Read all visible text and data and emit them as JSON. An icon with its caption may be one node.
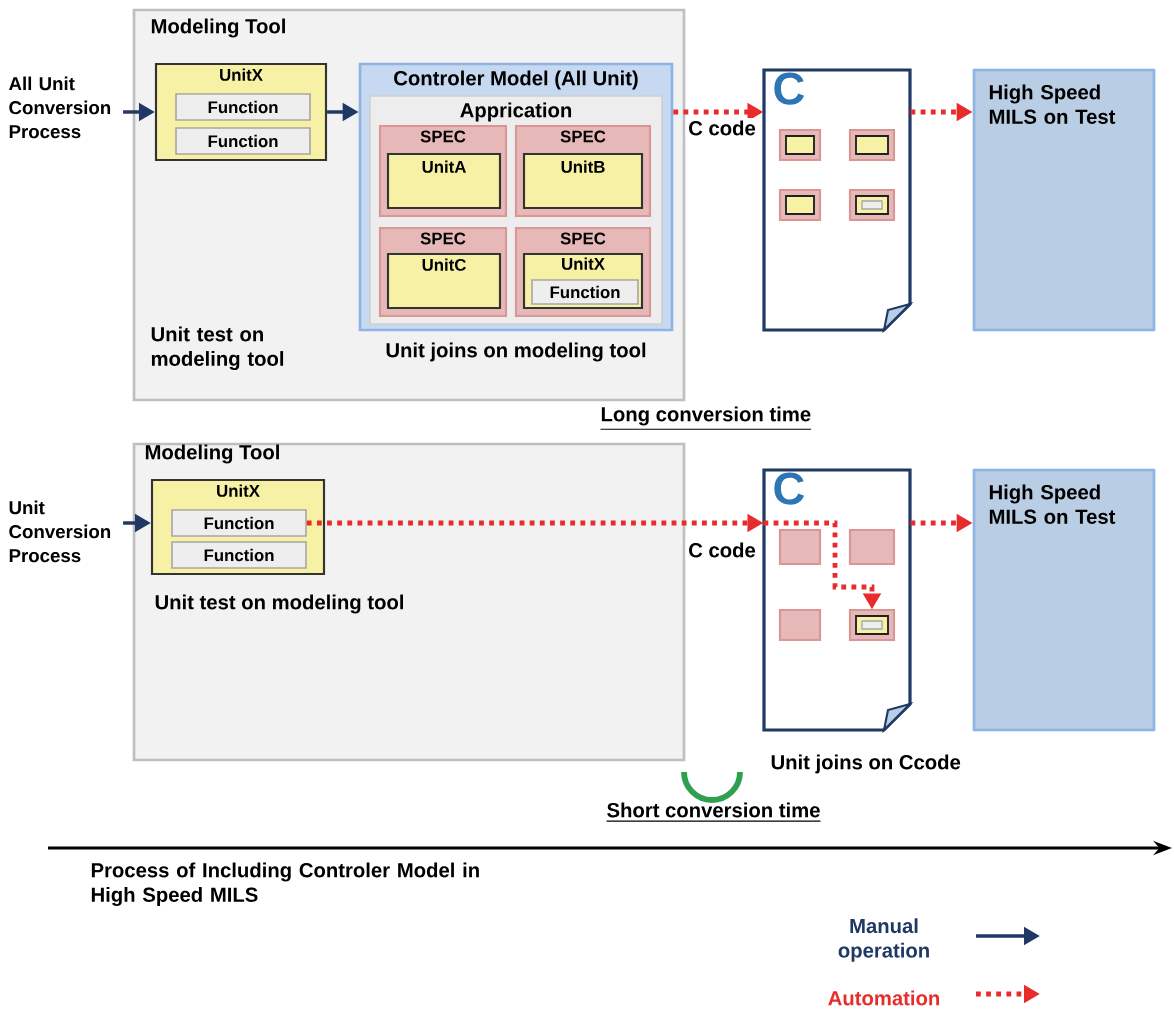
{
  "diagram": {
    "nodes": [
      {
        "text": [
          "All Unit Conversion Process"
        ]
      },
      {
        "text": [
          "Modeling Tool",
          "Unit test on modeling tool"
        ]
      },
      {
        "text": [
          "UnitX"
        ],
        "in": 1
      },
      {
        "text": [
          "Function"
        ],
        "in": 2
      },
      {
        "text": [
          "Function"
        ],
        "in": 2
      },
      {
        "text": [
          "Controler Model (All Unit)"
        ],
        "in": 1,
        "beside": [
          "Unit joins on modeling tool"
        ]
      },
      {
        "text": [
          "Apprication"
        ],
        "in": 5
      },
      {
        "text": [
          "SPEC"
        ],
        "in": 6
      },
      {
        "text": [
          "UnitA"
        ],
        "in": 7
      },
      {
        "text": [
          "SPEC"
        ],
        "in": 6
      },
      {
        "text": [
          "UnitB"
        ],
        "in": 9
      },
      {
        "text": [
          "SPEC"
        ],
        "in": 6
      },
      {
        "text": [
          "UnitC"
        ],
        "in": 11
      },
      {
        "text": [
          "SPEC"
        ],
        "in": 6
      },
      {
        "text": [
          "UnitX"
        ],
        "in": 13
      },
      {
        "text": [
          "Function"
        ],
        "in": 14
      },
      {
        "text": [
          "C"
        ]
      },
      {
        "text": [],
        "shape": "box",
        "in": 16
      },
      {
        "text": [],
        "shape": "box",
        "in": 16
      },
      {
        "text": [],
        "shape": "box",
        "in": 16
      },
      {
        "text": [],
        "shape": "box",
        "in": 16
      },
      {
        "text": [
          "High Speed MILS on Test"
        ]
      },
      {
        "text": [
          "Unit Conversion Process"
        ]
      },
      {
        "text": [
          "Modeling Tool",
          "Unit test on modeling tool"
        ]
      },
      {
        "text": [
          "UnitX"
        ],
        "in": 23
      },
      {
        "text": [
          "Function"
        ],
        "in": 24
      },
      {
        "text": [
          "Function"
        ],
        "in": 24
      },
      {
        "text": [
          "C"
        ],
        "beside": [
          "Unit joins on Ccode"
        ]
      },
      {
        "text": [],
        "shape": "box",
        "in": 27
      },
      {
        "text": [],
        "shape": "box",
        "in": 27
      },
      {
        "text": [],
        "shape": "box",
        "in": 27
      },
      {
        "text": [],
        "shape": "box",
        "in": 27
      },
      {
        "text": [
          "High Speed MILS on Test"
        ]
      }
    ],
    "edges": [
      {
        "from": 0,
        "to": 2,
        "arrow": "to",
        "color": "#1f3864"
      },
      {
        "from": 2,
        "to": 5,
        "arrow": "to",
        "color": "#1f3864"
      },
      {
        "from": 5,
        "to": 16,
        "arrow": "to",
        "style": "dashed",
        "label": "C code"
      },
      {
        "from": 16,
        "to": 21,
        "arrow": "to",
        "style": "dashed"
      },
      {
        "from": 22,
        "to": 24,
        "arrow": "to",
        "color": "#1f3864"
      },
      {
        "from": 25,
        "to": 27,
        "arrow": "to",
        "style": "dashed",
        "label": "C code"
      },
      {
        "from": 27,
        "to": 31,
        "arrow": "to",
        "style": "dashed"
      },
      {
        "from": 27,
        "to": 32,
        "arrow": "to",
        "style": "dashed"
      }
    ],
    "labels": [
      "Long conversion time",
      "Short conversion time",
      "Process of Including Controler Model in High Speed MILS"
    ],
    "legend": [
      {
        "text": "Manual operation"
      },
      {
        "text": "Automation"
      }
    ]
  }
}
